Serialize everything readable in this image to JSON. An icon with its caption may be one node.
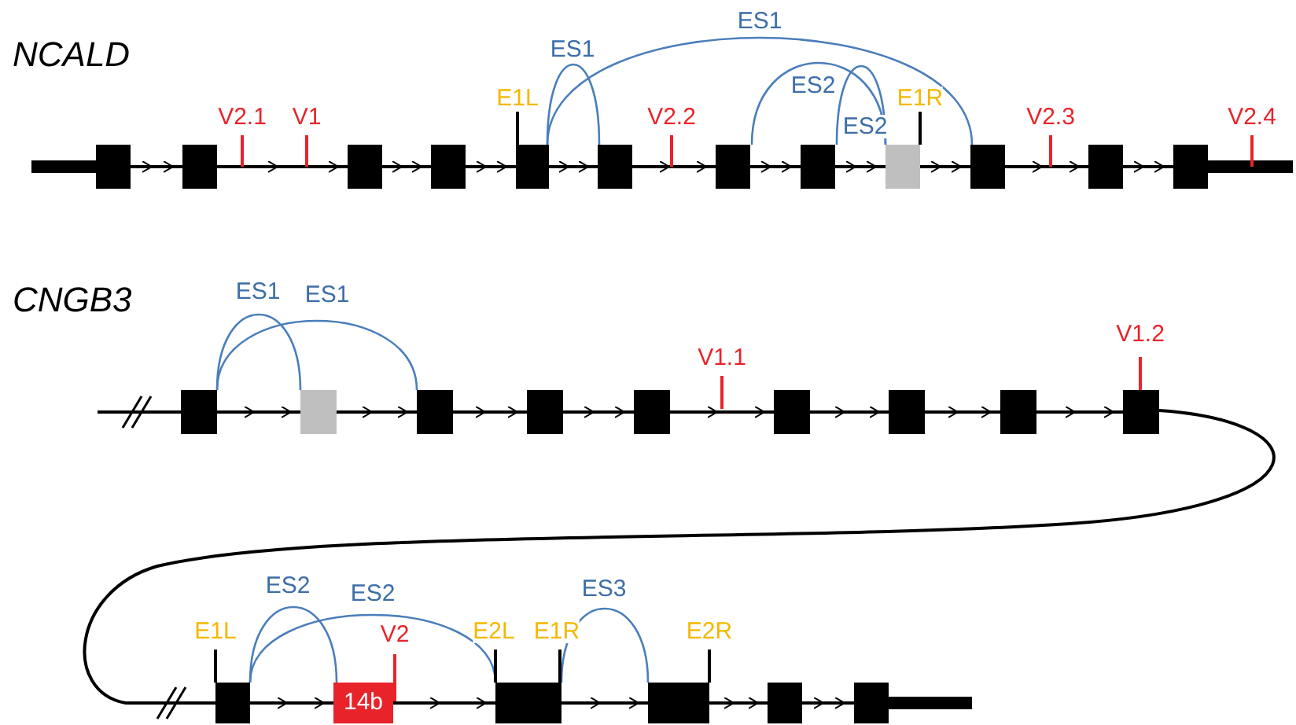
{
  "diagram": {
    "nodes": [
      {
        "text": [],
        "shape": "box"
      },
      {
        "text": [],
        "shape": "box"
      },
      {
        "text": [],
        "shape": "box"
      },
      {
        "text": [],
        "shape": "box"
      },
      {
        "text": [],
        "shape": "box",
        "beside": [
          "E1L"
        ]
      },
      {
        "text": [],
        "shape": "box"
      },
      {
        "text": [],
        "shape": "box"
      },
      {
        "text": [],
        "shape": "box"
      },
      {
        "text": [],
        "shape": "box",
        "beside": [
          "E1R"
        ]
      },
      {
        "text": [],
        "shape": "box"
      },
      {
        "text": [],
        "shape": "box"
      },
      {
        "text": [],
        "shape": "box"
      },
      {
        "text": [],
        "shape": "box"
      },
      {
        "text": [],
        "shape": "box"
      },
      {
        "text": [],
        "shape": "box"
      },
      {
        "text": [],
        "shape": "box"
      },
      {
        "text": [],
        "shape": "box"
      },
      {
        "text": [],
        "shape": "box"
      },
      {
        "text": [],
        "shape": "box"
      },
      {
        "text": [],
        "shape": "box"
      },
      {
        "text": [],
        "shape": "box",
        "beside": [
          "V1.2"
        ]
      },
      {
        "text": [],
        "shape": "box",
        "beside": [
          "E1L"
        ]
      },
      {
        "text": [
          "14b"
        ],
        "beside": [
          "V2"
        ]
      },
      {
        "text": [],
        "shape": "box",
        "beside": [
          "E2L",
          "E1R"
        ]
      },
      {
        "text": [],
        "shape": "box",
        "beside": [
          "E2R"
        ]
      },
      {
        "text": [],
        "shape": "box"
      },
      {
        "text": [],
        "shape": "box"
      }
    ],
    "edges": [
      {
        "from": 0,
        "to": 1,
        "arrow": "to"
      },
      {
        "from": 1,
        "to": 2,
        "arrow": "to"
      },
      {
        "from": 2,
        "to": 3,
        "arrow": "to"
      },
      {
        "from": 3,
        "to": 4,
        "arrow": "to"
      },
      {
        "from": 4,
        "to": 5,
        "arrow": "to"
      },
      {
        "from": 5,
        "to": 6,
        "arrow": "to"
      },
      {
        "from": 6,
        "to": 7,
        "arrow": "to"
      },
      {
        "from": 7,
        "to": 8,
        "arrow": "to"
      },
      {
        "from": 8,
        "to": 9,
        "arrow": "to"
      },
      {
        "from": 9,
        "to": 10,
        "arrow": "to"
      },
      {
        "from": 10,
        "to": 11,
        "arrow": "to"
      },
      {
        "from": 4,
        "to": 5,
        "arrow": "none",
        "label": "ES1",
        "color": "#4a7ebb"
      },
      {
        "from": 4,
        "to": 9,
        "arrow": "none",
        "label": "ES1",
        "color": "#4a7ebb"
      },
      {
        "from": 6,
        "to": 8,
        "arrow": "none",
        "label": "ES2",
        "color": "#4a7ebb"
      },
      {
        "from": 7,
        "to": 8,
        "arrow": "none",
        "label": "ES2",
        "color": "#4a7ebb"
      },
      {
        "from": 12,
        "to": 13,
        "arrow": "to"
      },
      {
        "from": 13,
        "to": 14,
        "arrow": "to"
      },
      {
        "from": 14,
        "to": 15,
        "arrow": "to"
      },
      {
        "from": 15,
        "to": 16,
        "arrow": "to"
      },
      {
        "from": 16,
        "to": 17,
        "arrow": "to"
      },
      {
        "from": 17,
        "to": 18,
        "arrow": "to"
      },
      {
        "from": 18,
        "to": 19,
        "arrow": "to"
      },
      {
        "from": 19,
        "to": 20,
        "arrow": "to"
      },
      {
        "from": 12,
        "to": 13,
        "arrow": "none",
        "label": "ES1",
        "color": "#4a7ebb"
      },
      {
        "from": 12,
        "to": 14,
        "arrow": "none",
        "label": "ES1",
        "color": "#4a7ebb"
      },
      {
        "from": 20,
        "to": 21,
        "arrow": "none"
      },
      {
        "from": 21,
        "to": 22,
        "arrow": "to"
      },
      {
        "from": 22,
        "to": 23,
        "arrow": "to"
      },
      {
        "from": 23,
        "to": 24,
        "arrow": "to"
      },
      {
        "from": 24,
        "to": 25,
        "arrow": "to"
      },
      {
        "from": 25,
        "to": 26,
        "arrow": "to"
      },
      {
        "from": 21,
        "to": 22,
        "arrow": "none",
        "label": "ES2",
        "color": "#4a7ebb"
      },
      {
        "from": 21,
        "to": 23,
        "arrow": "none",
        "label": "ES2",
        "color": "#4a7ebb"
      },
      {
        "from": 23,
        "to": 24,
        "arrow": "none",
        "label": "ES3",
        "color": "#4a7ebb"
      }
    ],
    "labels": [
      "NCALD",
      "V2.1",
      "V1",
      "V2.2",
      "V2.3",
      "V2.4",
      "CNGB3",
      "V1.1"
    ]
  }
}
